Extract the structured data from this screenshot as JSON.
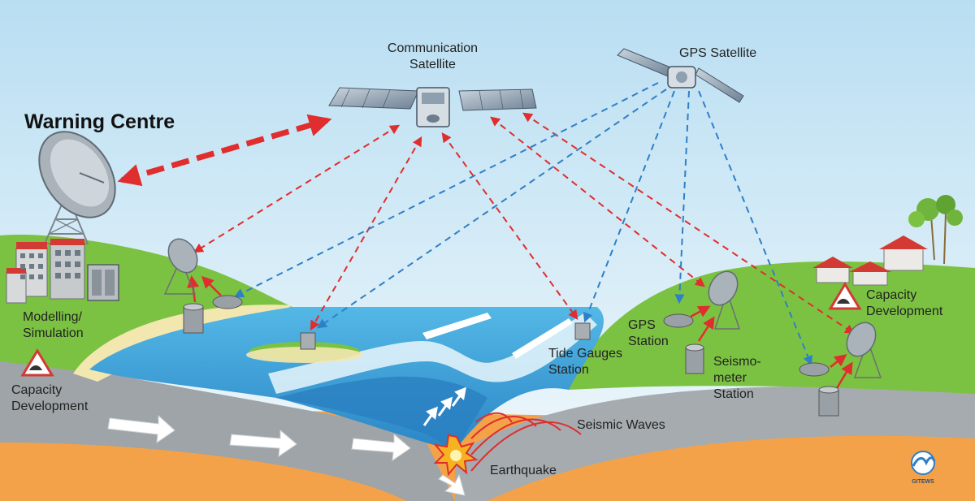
{
  "title": "Warning Centre",
  "labels": {
    "comm_satellite": "Communication\nSatellite",
    "gps_satellite": "GPS Satellite",
    "modelling": "Modelling/\nSimulation",
    "capacity_left": "Capacity\nDevelopment",
    "capacity_right": "Capacity\nDevelopment",
    "tide_gauges": "Tide Gauges\nStation",
    "gps_station": "GPS\nStation",
    "seismometer": "Seismo-\nmeter\nStation",
    "seismic_waves": "Seismic Waves",
    "earthquake": "Earthquake",
    "logo": "GITEWS"
  },
  "colors": {
    "sky_top": "#bfe3f4",
    "sky_bottom": "#eef7fb",
    "ocean": "#3aa7dc",
    "ocean_deep": "#2a7fc0",
    "land_green": "#7cc242",
    "sand": "#f3e7b0",
    "crust": "#9aa0a4",
    "mantle": "#f4a24a",
    "signal_red": "#e02d2d",
    "signal_blue": "#2f7fc8"
  }
}
